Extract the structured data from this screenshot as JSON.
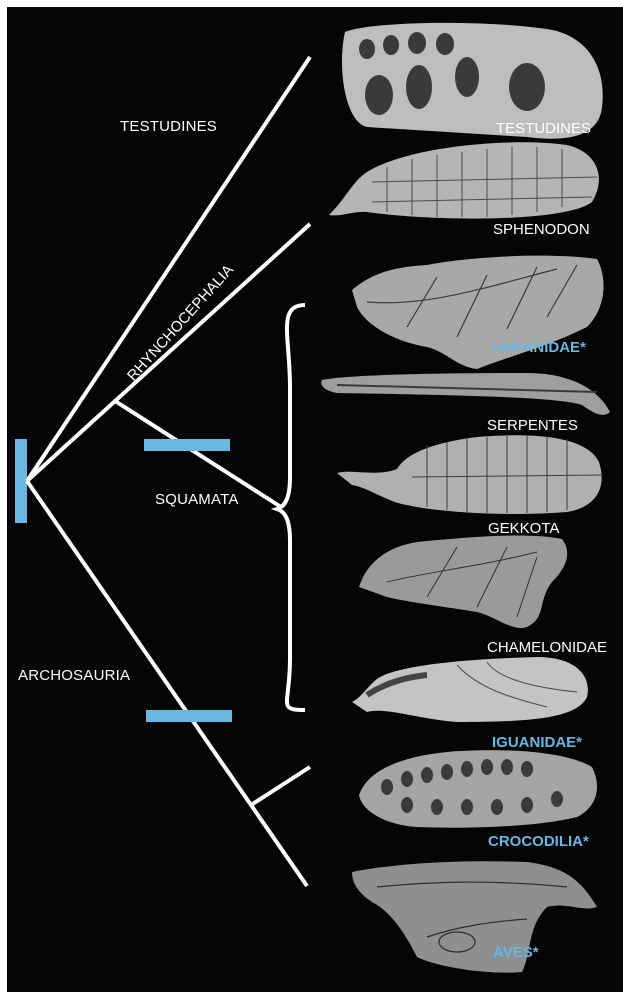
{
  "colors": {
    "background": "#050505",
    "branch": "#ffffff",
    "marker": "#6ab7e0",
    "highlight_label": "#6ab7e0"
  },
  "clades": {
    "testudines": "TESTUDINES",
    "rhynchocephalia": "RHYNCHOCEPHALIA",
    "squamata": "SQUAMATA",
    "archosauria": "ARCHOSAURIA"
  },
  "taxa": [
    {
      "label": "TESTUDINES",
      "highlighted": false
    },
    {
      "label": "SPHENODON",
      "highlighted": false
    },
    {
      "label": "VARANIDAE*",
      "highlighted": true
    },
    {
      "label": "SERPENTES",
      "highlighted": false
    },
    {
      "label": "GEKKOTA",
      "highlighted": false
    },
    {
      "label": "CHAMELONIDAE",
      "highlighted": false
    },
    {
      "label": "IGUANIDAE*",
      "highlighted": true
    },
    {
      "label": "CROCODILIA*",
      "highlighted": true
    },
    {
      "label": "AVES*",
      "highlighted": true
    }
  ]
}
